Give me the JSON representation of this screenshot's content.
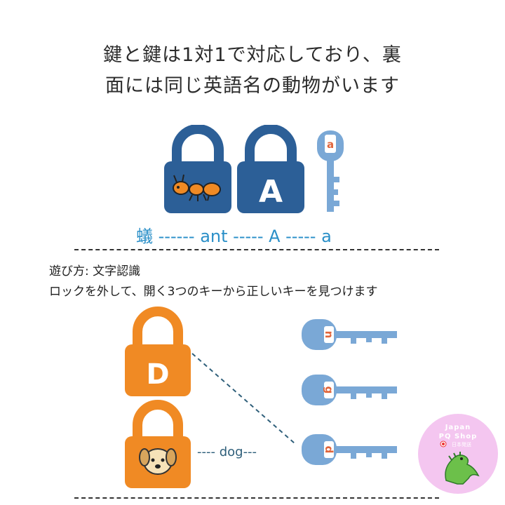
{
  "headline": {
    "line1": "鍵と鍵は1対1で対応しており、裏",
    "line2": "面には同じ英語名の動物がいます"
  },
  "example": {
    "blue_lock_ant": {
      "icon": "ant-icon"
    },
    "blue_lock_letter": "A",
    "blue_key_letter": "a",
    "caption": "蟻 ------ ant ----- A ----- a"
  },
  "instructions": {
    "title": "遊び方:  文字認識",
    "text": "ロックを外して、開く3つのキーから正しいキーを見つけます"
  },
  "game": {
    "orange_lock_letter": "D",
    "orange_lock_dog": {
      "icon": "dog-icon"
    },
    "keys": [
      "n",
      "g",
      "d"
    ],
    "dog_label": "---- dog---"
  },
  "badge": {
    "line1": "Japan",
    "line2": "PQ Shop",
    "line3": "日本発送"
  },
  "colors": {
    "blue_lock": "#2c5f97",
    "orange_lock": "#f08a24",
    "key_blue": "#7aa8d6",
    "caption_blue": "#2a8fc8",
    "badge_pink": "#f4c6f0"
  }
}
